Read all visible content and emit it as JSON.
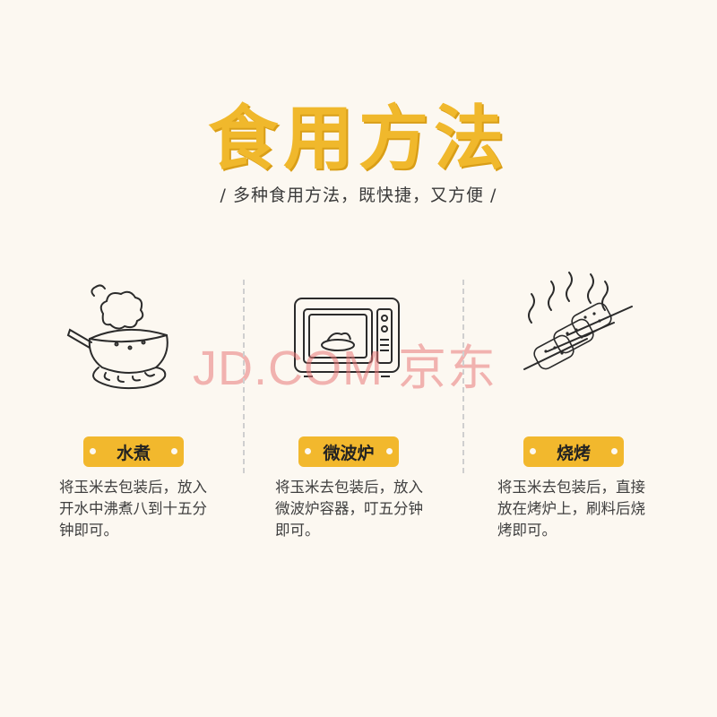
{
  "header": {
    "title": "食用方法",
    "subtitle": "/ 多种食用方法，既快捷，又方便 /"
  },
  "methods": [
    {
      "name": "水煮",
      "description": "将玉米去包装后，放入开水中沸煮八到十五分钟即可。",
      "icon": "boiling-pot-icon"
    },
    {
      "name": "微波炉",
      "description": "将玉米去包装后，放入微波炉容器，叮五分钟即可。",
      "icon": "microwave-icon"
    },
    {
      "name": "烧烤",
      "description": "将玉米去包装后，直接放在烤炉上，刷料后烧烤即可。",
      "icon": "grill-skewers-icon"
    }
  ],
  "watermark": "JD.COM 京东",
  "colors": {
    "accent": "#f2b82d",
    "background": "#fcf8f1",
    "text": "#3f3f3f"
  }
}
